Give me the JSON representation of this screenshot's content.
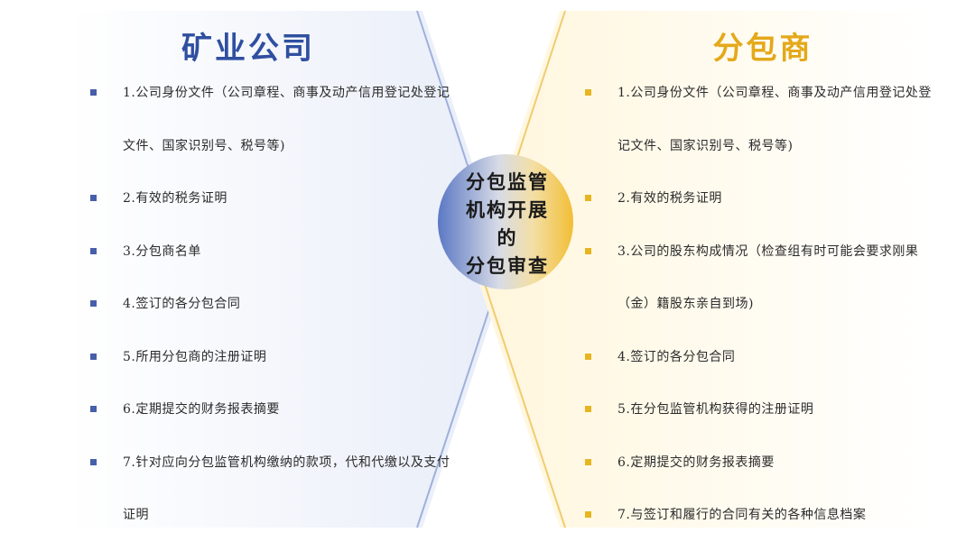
{
  "colors": {
    "left_accent": "#2f4fa0",
    "left_bullet": "#4560a8",
    "left_fill": "#eef2fa",
    "right_accent": "#e4a91a",
    "right_bullet": "#e6b520",
    "right_fill": "#fffaec"
  },
  "left": {
    "title": "矿业公司",
    "items": [
      "1.公司身份文件（公司章程、商事及动产信用登记处登记文件、国家识别号、税号等)",
      "2.有效的税务证明",
      "3.分包商名单",
      "4.签订的各分包合同",
      "5.所用分包商的注册证明",
      "6.定期提交的财务报表摘要",
      "7.针对应向分包监管机构缴纳的款项，代和代缴以及支付证明"
    ]
  },
  "center": {
    "lines": [
      "分包监管",
      "机构开展",
      "的",
      "分包审查"
    ]
  },
  "right": {
    "title": "分包商",
    "items": [
      "1.公司身份文件（公司章程、商事及动产信用登记处登记文件、国家识别号、税号等)",
      "2.有效的税务证明",
      "3.公司的股东构成情况（检查组有时可能会要求刚果（金）籍股东亲自到场)",
      "4.签订的各分包合同",
      "5.在分包监管机构获得的注册证明",
      "6.定期提交的财务报表摘要",
      "7.与签订和履行的合同有关的各种信息档案"
    ]
  }
}
